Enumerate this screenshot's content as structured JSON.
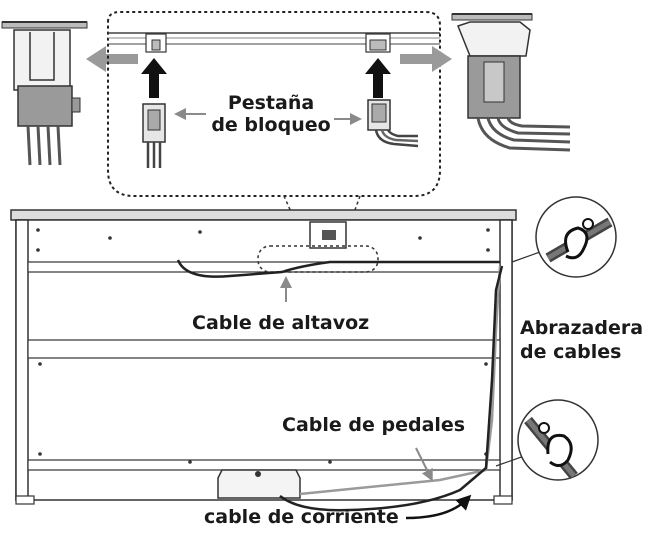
{
  "labels": {
    "locking_tab_line1": "Pestaña",
    "locking_tab_line2": "de bloqueo",
    "speaker_cable": "Cable de altavoz",
    "cable_clamp_line1": "Abrazadera",
    "cable_clamp_line2": "de cables",
    "pedal_cable": "Cable de pedales",
    "power_cable": "cable de corriente"
  }
}
